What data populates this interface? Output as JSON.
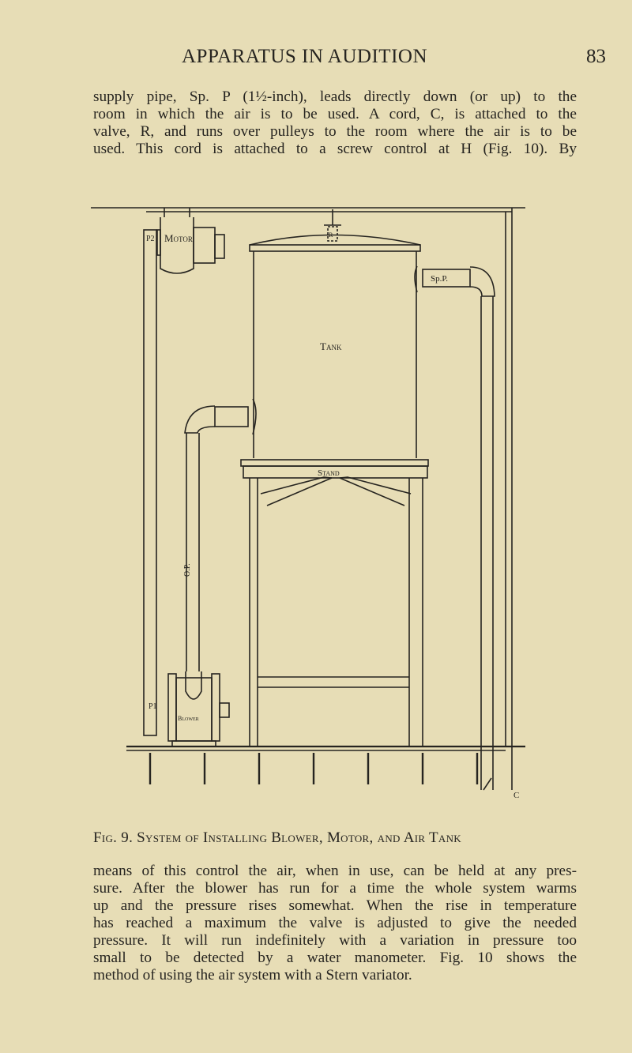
{
  "header": {
    "running_title": "APPARATUS IN AUDITION",
    "page_number": "83"
  },
  "paragraph_top": [
    "supply pipe, Sp. P (1½-inch), leads directly down (or up) to the",
    "room in which the air is to be used. A cord, C, is attached to the",
    "valve, R, and runs over pulleys to the room where the air is to be",
    "used. This cord is attached to a screw control at H (Fig. 10). By"
  ],
  "figure": {
    "labels": {
      "p2": "P2",
      "motor": "Motor",
      "r": "R",
      "tank": "Tank",
      "supply_pipe": "Sp.P.",
      "stand": "Stand",
      "outlet_pipe": "O.P.",
      "p1": "P1",
      "blower": "Blower",
      "cord": "C"
    },
    "caption": "Fig. 9. System of Installing Blower, Motor, and Air Tank"
  },
  "paragraph_bottom": [
    "means of this control the air, when in use, can be held at any pres-",
    "sure. After the blower has run for a time the whole system warms",
    "up and the pressure rises somewhat. When the rise in temperature",
    "has reached a maximum the valve is adjusted to give the needed",
    "pressure. It will run indefinitely with a variation in pressure too",
    "small to be detected by a water manometer. Fig. 10 shows the",
    "method of using the air system with a Stern variator."
  ],
  "colors": {
    "paper": "#e7ddb6",
    "ink": "#262420"
  }
}
